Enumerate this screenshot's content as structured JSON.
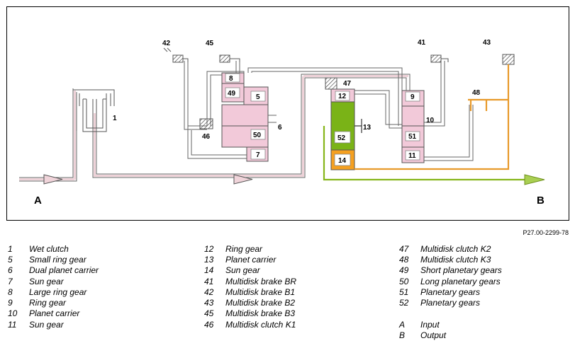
{
  "diagram": {
    "input_label": "A",
    "output_label": "B",
    "components": {
      "c1": "1",
      "c5": "5",
      "c6": "6",
      "c7": "7",
      "c8": "8",
      "c9": "9",
      "c10": "10",
      "c11": "11",
      "c12": "12",
      "c13": "13",
      "c14": "14",
      "c41": "41",
      "c42": "42",
      "c43": "43",
      "c45": "45",
      "c46": "46",
      "c47": "47",
      "c48": "48",
      "c49": "49",
      "c50": "50",
      "c51": "51",
      "c52": "52"
    },
    "colors": {
      "shaft": "#e8c4cc",
      "shaft_stroke": "#555555",
      "pink_fill": "#f2c9d9",
      "green_fill": "#7ab317",
      "orange_fill": "#f5a020",
      "output_green": "#86b51a",
      "orange_line": "#e89a2a"
    }
  },
  "figure_ref": "P27.00-2299-78",
  "legend": {
    "col1": [
      {
        "num": "1",
        "text": "Wet clutch"
      },
      {
        "num": "5",
        "text": "Small ring gear"
      },
      {
        "num": "6",
        "text": "Dual planet carrier"
      },
      {
        "num": "7",
        "text": "Sun gear"
      },
      {
        "num": "8",
        "text": "Large ring gear"
      },
      {
        "num": "9",
        "text": "Ring gear"
      },
      {
        "num": "10",
        "text": "Planet carrier"
      },
      {
        "num": "11",
        "text": "Sun gear"
      }
    ],
    "col2": [
      {
        "num": "12",
        "text": "Ring gear"
      },
      {
        "num": "13",
        "text": "Planet carrier"
      },
      {
        "num": "14",
        "text": "Sun gear"
      },
      {
        "num": "41",
        "text": "Multidisk brake BR"
      },
      {
        "num": "42",
        "text": "Multidisk brake B1"
      },
      {
        "num": "43",
        "text": "Multidisk brake B2"
      },
      {
        "num": "45",
        "text": "Multidisk brake B3"
      },
      {
        "num": "46",
        "text": "Multidisk clutch K1"
      }
    ],
    "col3": [
      {
        "num": "47",
        "text": "Multidisk clutch K2"
      },
      {
        "num": "48",
        "text": "Multidisk clutch K3"
      },
      {
        "num": "49",
        "text": "Short planetary gears"
      },
      {
        "num": "50",
        "text": "Long planetary gears"
      },
      {
        "num": "51",
        "text": "Planetary gears"
      },
      {
        "num": "52",
        "text": "Planetary gears"
      }
    ],
    "col3b": [
      {
        "num": "A",
        "text": "Input"
      },
      {
        "num": "B",
        "text": "Output"
      }
    ]
  }
}
